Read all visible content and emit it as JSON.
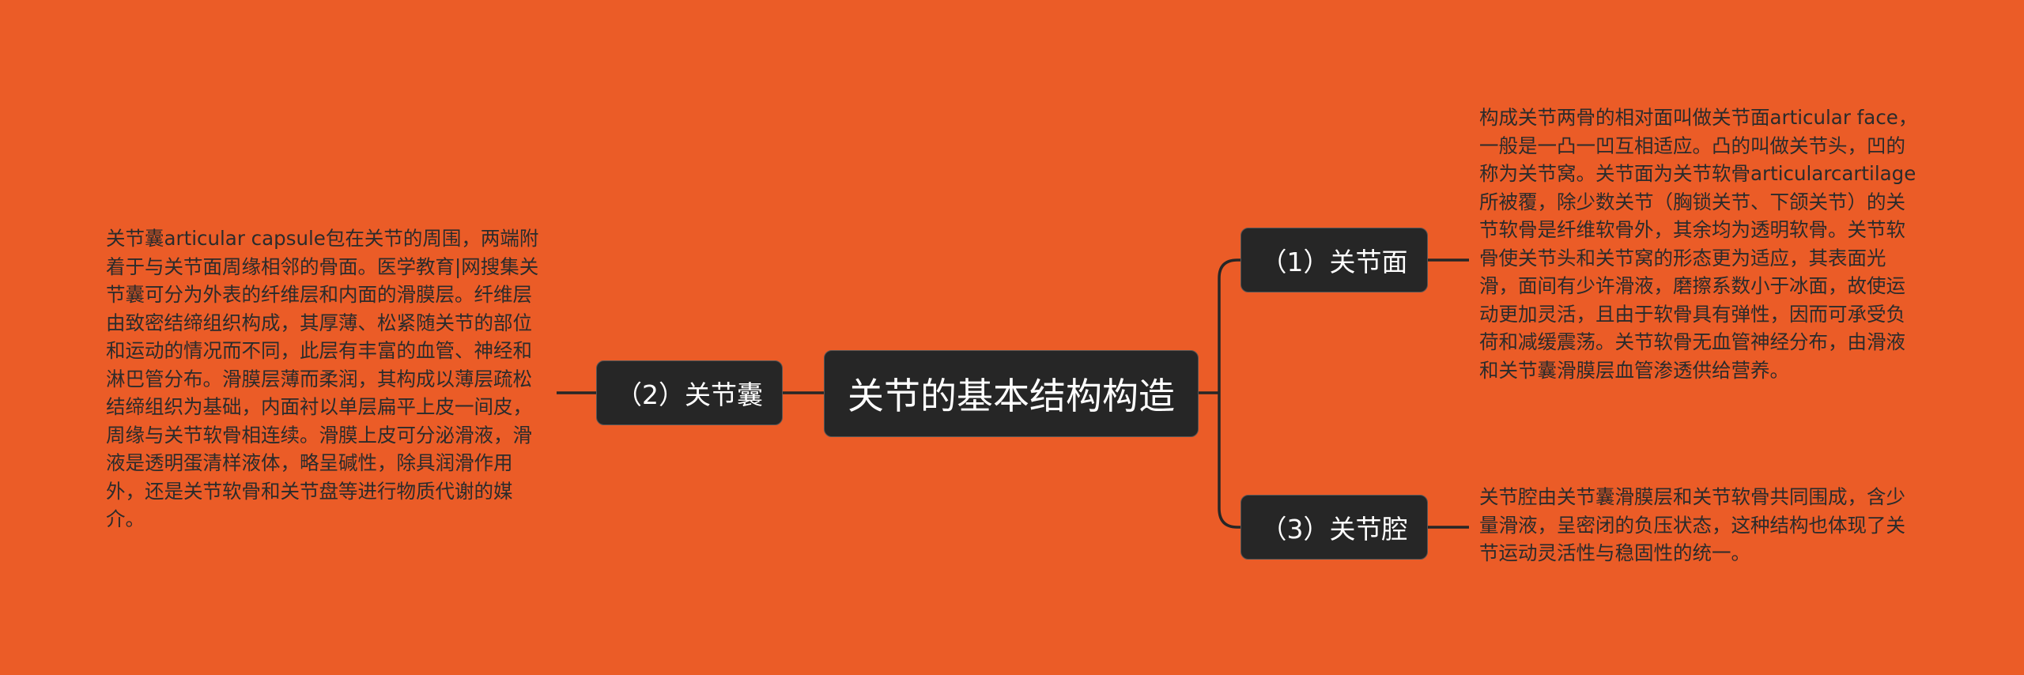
{
  "colors": {
    "background": "#EB5C27",
    "node_fill": "#262626",
    "node_text": "#FFFFFF",
    "connector": "#262626",
    "description_text": "#2B2B2B"
  },
  "center": {
    "label": "关节的基本结构构造"
  },
  "branches": {
    "capsule": {
      "label": "（2）关节囊",
      "text": "关节囊articular capsule包在关节的周围，两端附着于与关节面周缘相邻的骨面。医学教育|网搜集关节囊可分为外表的纤维层和内面的滑膜层。纤维层由致密结缔组织构成，其厚薄、松紧随关节的部位和运动的情况而不同，此层有丰富的血管、神经和淋巴管分布。滑膜层薄而柔润，其构成以薄层疏松结缔组织为基础，内面衬以单层扁平上皮一间皮，周缘与关节软骨相连续。滑膜上皮可分泌滑液，滑液是透明蛋清样液体，略呈碱性，除具润滑作用外，还是关节软骨和关节盘等进行物质代谢的媒介。"
    },
    "face": {
      "label": "（1）关节面",
      "text": "构成关节两骨的相对面叫做关节面articular face，一般是一凸一凹互相适应。凸的叫做关节头，凹的称为关节窝。关节面为关节软骨articularcartilage所被覆，除少数关节（胸锁关节、下颌关节）的关节软骨是纤维软骨外，其余均为透明软骨。关节软骨使关节头和关节窝的形态更为适应，其表面光滑，面间有少许滑液，磨擦系数小于冰面，故使运动更加灵活，且由于软骨具有弹性，因而可承受负荷和减缓震荡。关节软骨无血管神经分布，由滑液和关节囊滑膜层血管渗透供给营养。"
    },
    "cavity": {
      "label": "（3）关节腔",
      "text": "关节腔由关节囊滑膜层和关节软骨共同围成，含少量滑液，呈密闭的负压状态，这种结构也体现了关节运动灵活性与稳固性的统一。"
    }
  }
}
